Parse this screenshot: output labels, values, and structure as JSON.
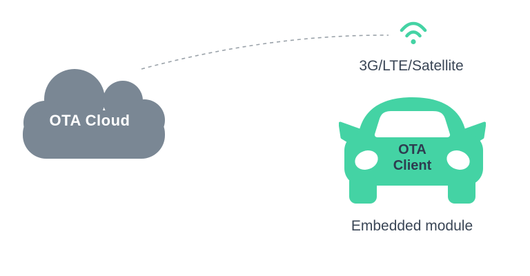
{
  "colors": {
    "accent_green": "#44d3a4",
    "cloud_gray": "#7a8794",
    "text_dark": "#3a4656",
    "car_text_dark": "#2e3c50",
    "dash_gray": "#9aa2a9",
    "bg_white": "#ffffff"
  },
  "cloud": {
    "icon": "cloud-icon",
    "label": "OTA Cloud"
  },
  "connection": {
    "icon": "wifi-icon",
    "label": "3G/LTE/Satellite",
    "style": "dashed-curve"
  },
  "vehicle": {
    "icon": "car-icon",
    "label_lines": [
      "OTA",
      "Client"
    ],
    "caption": "Embedded module"
  }
}
